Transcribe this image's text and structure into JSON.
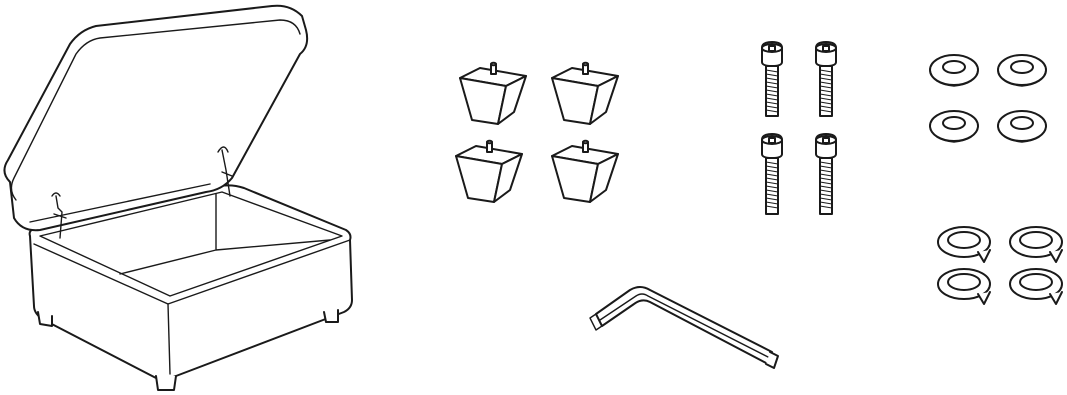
{
  "diagram": {
    "kind": "assembly-parts-illustration",
    "background": "#ffffff",
    "line_color": "#1a1a1a",
    "parts": [
      {
        "name": "storage-ottoman",
        "count": 1
      },
      {
        "name": "tapered-leg",
        "count": 4
      },
      {
        "name": "hex-socket-bolt",
        "count": 4
      },
      {
        "name": "flat-washer",
        "count": 4
      },
      {
        "name": "split-lock-washer",
        "count": 4
      },
      {
        "name": "allen-key",
        "count": 1
      }
    ]
  }
}
